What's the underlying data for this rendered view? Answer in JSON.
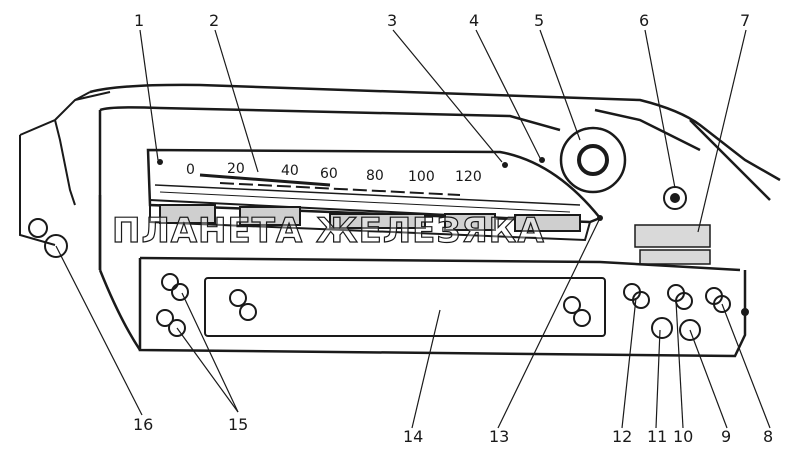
{
  "callouts": [
    "1",
    "2",
    "3",
    "4",
    "5",
    "6",
    "7",
    "8",
    "9",
    "10",
    "11",
    "12",
    "13",
    "14",
    "15",
    "16"
  ],
  "speed_scale": [
    "0",
    "20",
    "40",
    "60",
    "80",
    "100",
    "120"
  ],
  "watermark": "ПЛАНЕТА ЖЕЛЕЗЯКА",
  "colors": {
    "ink": "#1a1a1a",
    "paper": "#ffffff"
  }
}
